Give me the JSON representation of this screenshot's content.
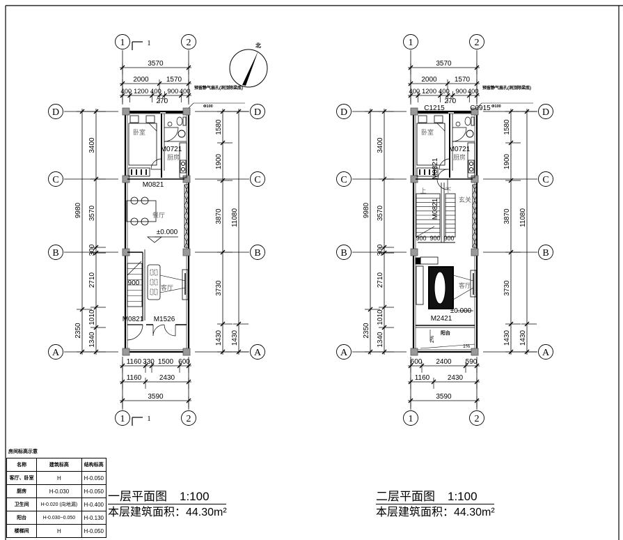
{
  "compass": {
    "north_label": "北"
  },
  "axes": {
    "horizontal": [
      "D",
      "C",
      "B",
      "A"
    ],
    "vertical": [
      "1",
      "2"
    ]
  },
  "section_mark": "1",
  "vent_note": "预留静气扇孔(洞顶除梁底)",
  "vent_size": "Φ100",
  "floors": [
    {
      "title": "一层平面图",
      "scale": "1:100",
      "area": "本层建筑面积：44.30m²",
      "top_dims": {
        "overall": "3570",
        "mid": [
          "2000",
          "1570"
        ],
        "detail": [
          "400",
          "1200",
          "400",
          "900",
          "400"
        ],
        "extra": "270"
      },
      "left_dims": {
        "outer": [
          "9980",
          "2350"
        ],
        "inner": [
          "3400",
          "3570",
          "300",
          "2710",
          "1010",
          "1340"
        ]
      },
      "right_dims": {
        "inner": [
          "1580",
          "1900",
          "3870",
          "3730",
          "1430"
        ],
        "outer": [
          "11080",
          "1430"
        ]
      },
      "bottom_dims": {
        "detail": [
          "1160",
          "330",
          "1500",
          "600"
        ],
        "mid": [
          "1160",
          "2430"
        ],
        "overall": "3590"
      },
      "labels": [
        "卧室",
        "M0721",
        "厨房",
        "M0821",
        "餐厅",
        "±0.000",
        "900",
        "客厅",
        "M0821",
        "M1526"
      ]
    },
    {
      "title": "二层平面图",
      "scale": "1:100",
      "area": "本层建筑面积：44.30m²",
      "top_dims": {
        "overall": "3570",
        "mid": [
          "2000",
          "1570"
        ],
        "detail": [
          "400",
          "1200",
          "400",
          "900",
          "400"
        ],
        "extra": "270"
      },
      "left_dims": {
        "outer": [
          "9980",
          "2350"
        ],
        "inner": [
          "3400",
          "3570",
          "300",
          "2710",
          "1010",
          "1340"
        ]
      },
      "right_dims": {
        "inner": [
          "1580",
          "1900",
          "3870",
          "3730",
          "1430"
        ],
        "outer": [
          "11080",
          "1430"
        ]
      },
      "bottom_dims": {
        "detail": [
          "600",
          "2400",
          "590"
        ],
        "mid": [
          "1160",
          "2430"
        ],
        "overall": "3590"
      },
      "labels": [
        "C1215",
        "C0915",
        "卧室",
        "M0721",
        "厨房",
        "M0821",
        "上",
        "下",
        "玄关",
        "M0821",
        "900",
        "900",
        "900",
        "客厅",
        "±0.000",
        "M2421",
        "阳台",
        "2%",
        "1%"
      ]
    }
  ],
  "legend": {
    "title": "房间标高示意",
    "headers": [
      "名称",
      "建筑标高",
      "结构标高"
    ],
    "rows": [
      [
        "客厅、卧室",
        "H",
        "H-0.050"
      ],
      [
        "厨房",
        "H-0.030",
        "H-0.050"
      ],
      [
        "卫生间",
        "H-0.020 (向地漏)",
        "H-0.400"
      ],
      [
        "阳台",
        "H-0.030~0.050",
        "H-0.130"
      ],
      [
        "楼梯间",
        "H",
        "H-0.050"
      ]
    ]
  }
}
